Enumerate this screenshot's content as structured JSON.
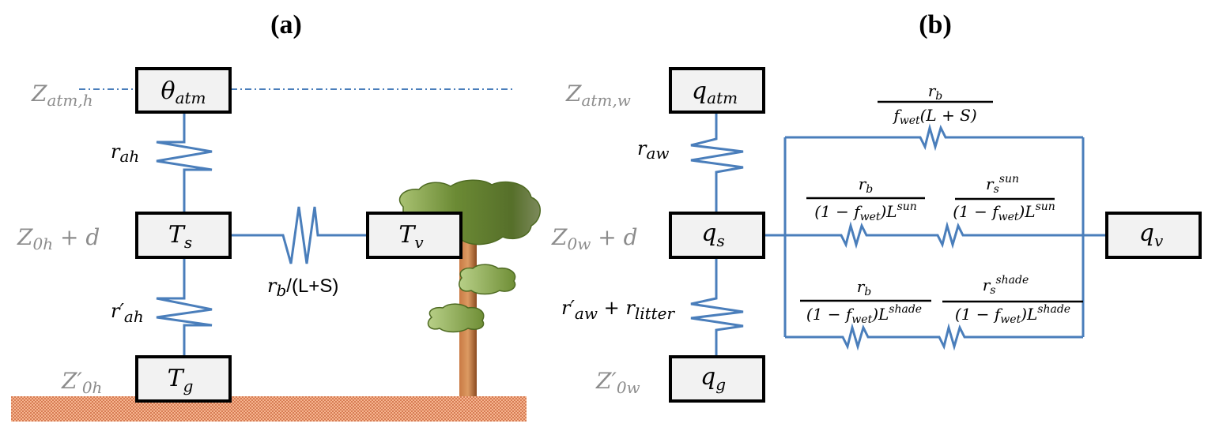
{
  "panels": {
    "a": {
      "title": "(a)",
      "heights": {
        "atm": {
          "base": "Z",
          "sub": "atm,h"
        },
        "surface": {
          "base": "Z",
          "sub": "0h",
          "suffix": " + d"
        },
        "ground": {
          "base": "Z′",
          "sub": "0h"
        }
      },
      "nodes": {
        "atm": {
          "base": "θ",
          "sub": "atm"
        },
        "surface": {
          "base": "T",
          "sub": "s"
        },
        "vegetation": {
          "base": "T",
          "sub": "v"
        },
        "ground": {
          "base": "T",
          "sub": "g"
        }
      },
      "resistances": {
        "aerodynamic": {
          "base": "r",
          "sub": "ah"
        },
        "ground": {
          "base": "r′",
          "sub": "ah"
        },
        "leaf": {
          "base": "r",
          "sub": "b",
          "suffix": "/(L+S)"
        }
      }
    },
    "b": {
      "title": "(b)",
      "heights": {
        "atm": {
          "base": "Z",
          "sub": "atm,w"
        },
        "surface": {
          "base": "Z",
          "sub": "0w",
          "suffix": " + d"
        },
        "ground": {
          "base": "Z′",
          "sub": "0w"
        }
      },
      "nodes": {
        "atm": {
          "base": "q",
          "sub": "atm"
        },
        "surface": {
          "base": "q",
          "sub": "s"
        },
        "vegetation": {
          "base": "q",
          "sub": "v"
        },
        "ground": {
          "base": "q",
          "sub": "g"
        }
      },
      "resistances": {
        "aerodynamic": {
          "base": "r",
          "sub": "aw"
        },
        "ground": {
          "base": "r′",
          "sub": "aw",
          "suffix": " + r",
          "suffix_sub": "litter"
        },
        "wet": {
          "num_base": "r",
          "num_sub": "b",
          "den_pre": "f",
          "den_sub": "wet",
          "den_post": "(L + S)"
        },
        "sun_boundary": {
          "num_base": "r",
          "num_sub": "b",
          "den_pre": "(1 − f",
          "den_sub": "wet",
          "den_post": ")L",
          "den_sup": "sun"
        },
        "sun_stomatal": {
          "num_base": "r",
          "num_sub": "s",
          "num_sup": "sun",
          "den_pre": "(1 − f",
          "den_sub": "wet",
          "den_post": ")L",
          "den_sup": "sun"
        },
        "shade_boundary": {
          "num_base": "r",
          "num_sub": "b",
          "den_pre": "(1 − f",
          "den_sub": "wet",
          "den_post": ")L",
          "den_sup": "shade"
        },
        "shade_stomatal": {
          "num_base": "r",
          "num_sub": "s",
          "num_sup": "shade",
          "den_pre": "(1 − f",
          "den_sub": "wet",
          "den_post": ")L",
          "den_sup": "shade"
        }
      }
    }
  },
  "colors": {
    "wire": "#4a7ebb",
    "box_fill": "#f2f2f2",
    "height_label": "#8c8c8c",
    "ground": "#f4a582"
  }
}
